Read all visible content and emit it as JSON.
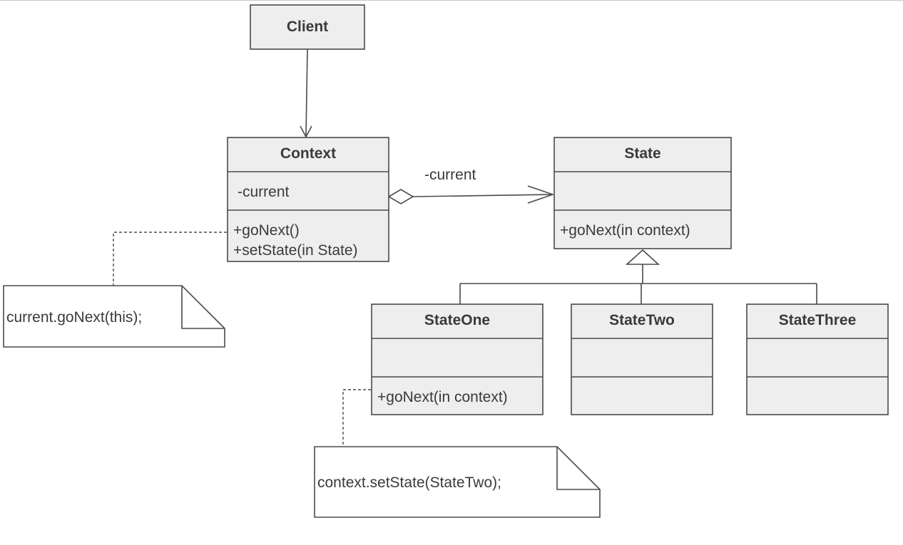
{
  "diagram": {
    "colors": {
      "fill": "#eeeeee",
      "stroke": "#4a4a4a",
      "text": "#3a3a3a",
      "background": "#ffffff"
    },
    "classes": {
      "client": {
        "name": "Client"
      },
      "context": {
        "name": "Context",
        "attributes": [
          "-current"
        ],
        "operations": [
          "+goNext()",
          "+setState(in State)"
        ]
      },
      "state": {
        "name": "State",
        "attributes": [],
        "operations": [
          "+goNext(in context)"
        ]
      },
      "state_one": {
        "name": "StateOne",
        "attributes": [],
        "operations": [
          "+goNext(in context)"
        ]
      },
      "state_two": {
        "name": "StateTwo",
        "attributes": [],
        "operations": []
      },
      "state_three": {
        "name": "StateThree",
        "attributes": [],
        "operations": []
      }
    },
    "association": {
      "role": "-current",
      "kind": "aggregation"
    },
    "notes": {
      "context_note": "current.goNext(this);",
      "state_one_note": "context.setState(StateTwo);"
    }
  }
}
